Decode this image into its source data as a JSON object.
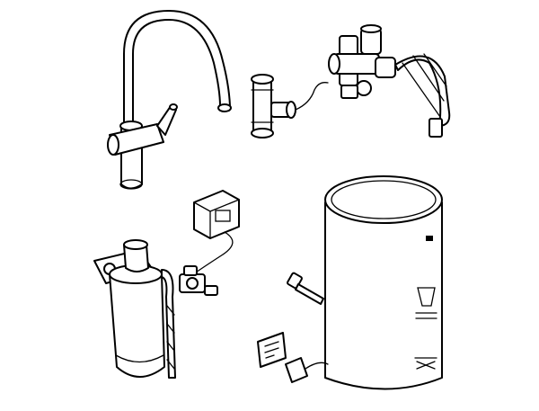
{
  "illustration": {
    "components": [
      "faucet",
      "tee-fitting",
      "valve-assembly",
      "hose",
      "control-box",
      "filter",
      "small-valve",
      "boiler-tank",
      "wall-socket",
      "power-plug"
    ]
  },
  "colors": {
    "line": "#000000",
    "background": "#ffffff"
  }
}
